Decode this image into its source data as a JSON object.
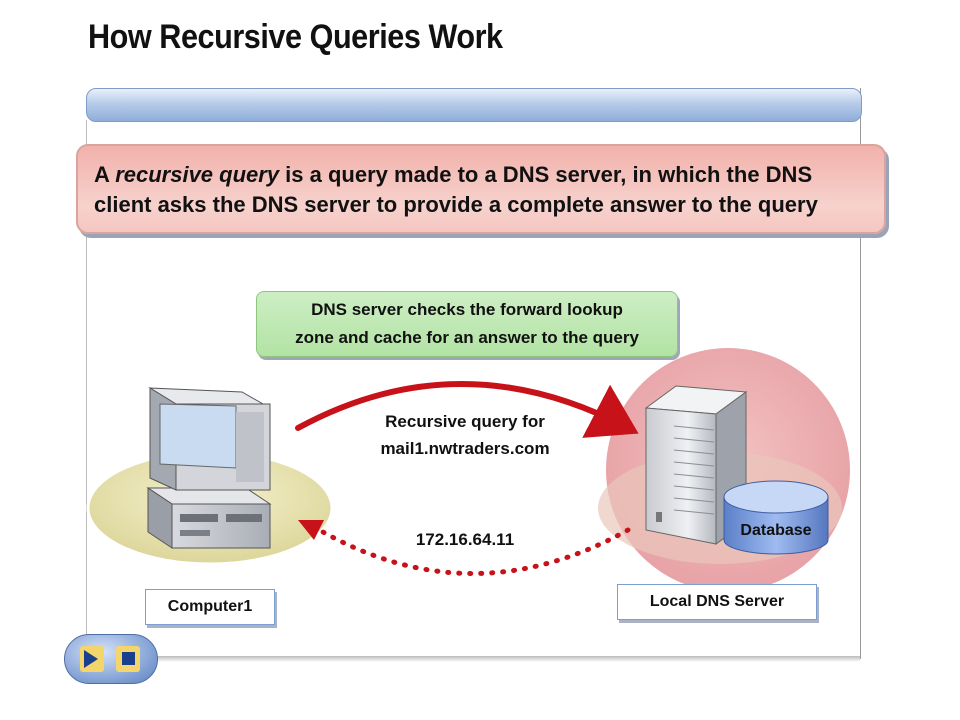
{
  "slide": {
    "title": "How Recursive Queries Work"
  },
  "definition": {
    "part1": "A ",
    "part2_italic": "recursive query",
    "part3": " is a query made to a DNS server, in which the DNS client asks the DNS server to provide a complete answer to the query"
  },
  "server_check": {
    "line1": "DNS server checks the forward lookup",
    "line2": "zone and cache for an answer to the query"
  },
  "query": {
    "line1": "Recursive query for",
    "line2": "mail1.nwtraders.com"
  },
  "answer": {
    "ip": "172.16.64.11"
  },
  "nodes": {
    "client": "Computer1",
    "server": "Local DNS Server",
    "database": "Database"
  },
  "colors": {
    "arrow": "#c8121a",
    "definition_fill": "#f5c6c0",
    "check_fill": "#b2e3a4",
    "header_bar": "#8faedb"
  },
  "icons": {
    "client": "desktop-computer-icon",
    "server": "server-tower-icon",
    "database": "database-cylinder-icon",
    "nav_next": "play-icon",
    "nav_stop": "stop-icon"
  }
}
